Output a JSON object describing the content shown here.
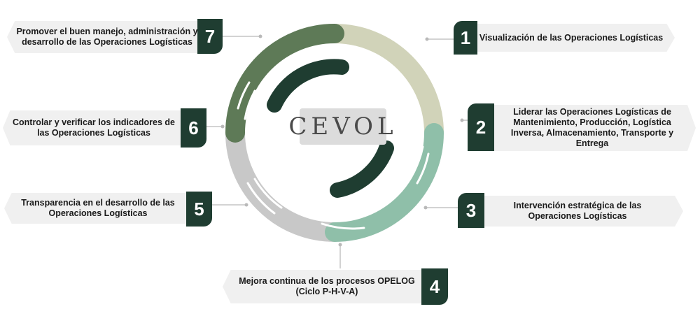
{
  "logo": {
    "text": "CEVOL"
  },
  "steps": [
    {
      "number": "1",
      "text": "Visualización de las Operaciones Logísticas"
    },
    {
      "number": "2",
      "text": "Liderar las Operaciones Logísticas de Mantenimiento, Producción, Logística Inversa, Almacenamiento, Transporte y Entrega"
    },
    {
      "number": "3",
      "text": "Intervención estratégica de las Operaciones Logísticas"
    },
    {
      "number": "4",
      "text": "Mejora continua de los procesos OPELOG (Ciclo P-H-V-A)"
    },
    {
      "number": "5",
      "text": "Transparencia en el desarrollo de las Operaciones Logísticas"
    },
    {
      "number": "6",
      "text": "Controlar y verificar los indicadores de las Operaciones Logísticas"
    },
    {
      "number": "7",
      "text": "Promover el buen manejo, administración y desarrollo de las Operaciones Logísticas"
    }
  ],
  "colors": {
    "dark_green": "#1f3d31",
    "sage": "#5e7a57",
    "beige": "#d1d3b9",
    "mint": "#8fbfa9",
    "gray": "#c8c8c8",
    "banner": "#f0f0f0"
  }
}
